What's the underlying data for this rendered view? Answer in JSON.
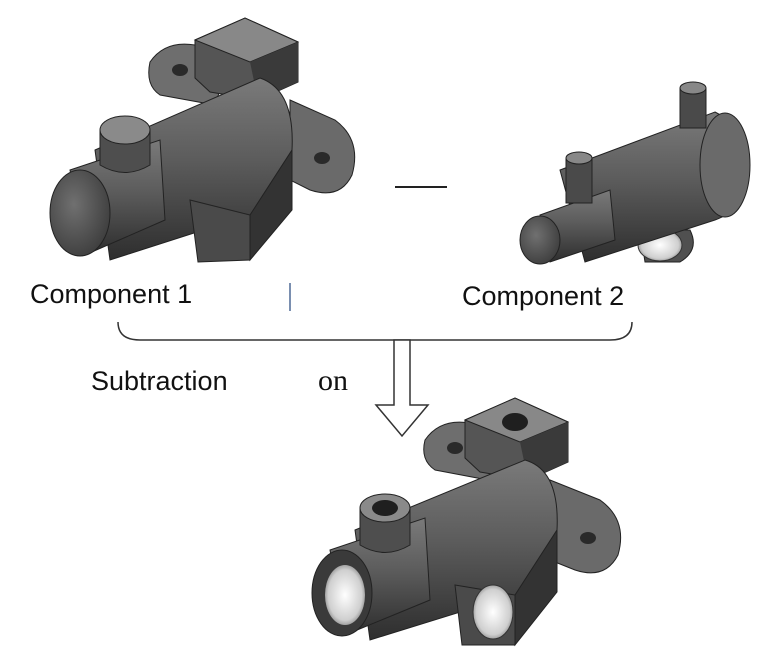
{
  "labels": {
    "component1": "Component 1",
    "component2": "Component 2",
    "operation": "Subtraction",
    "fragment": "on"
  },
  "operator_symbol": "minus",
  "colors": {
    "solid_dark": "#3c3c3c",
    "solid_mid": "#5a5a5a",
    "solid_light": "#7a7a7a",
    "bracket": "#333333",
    "arrow_fill": "#ffffff"
  }
}
